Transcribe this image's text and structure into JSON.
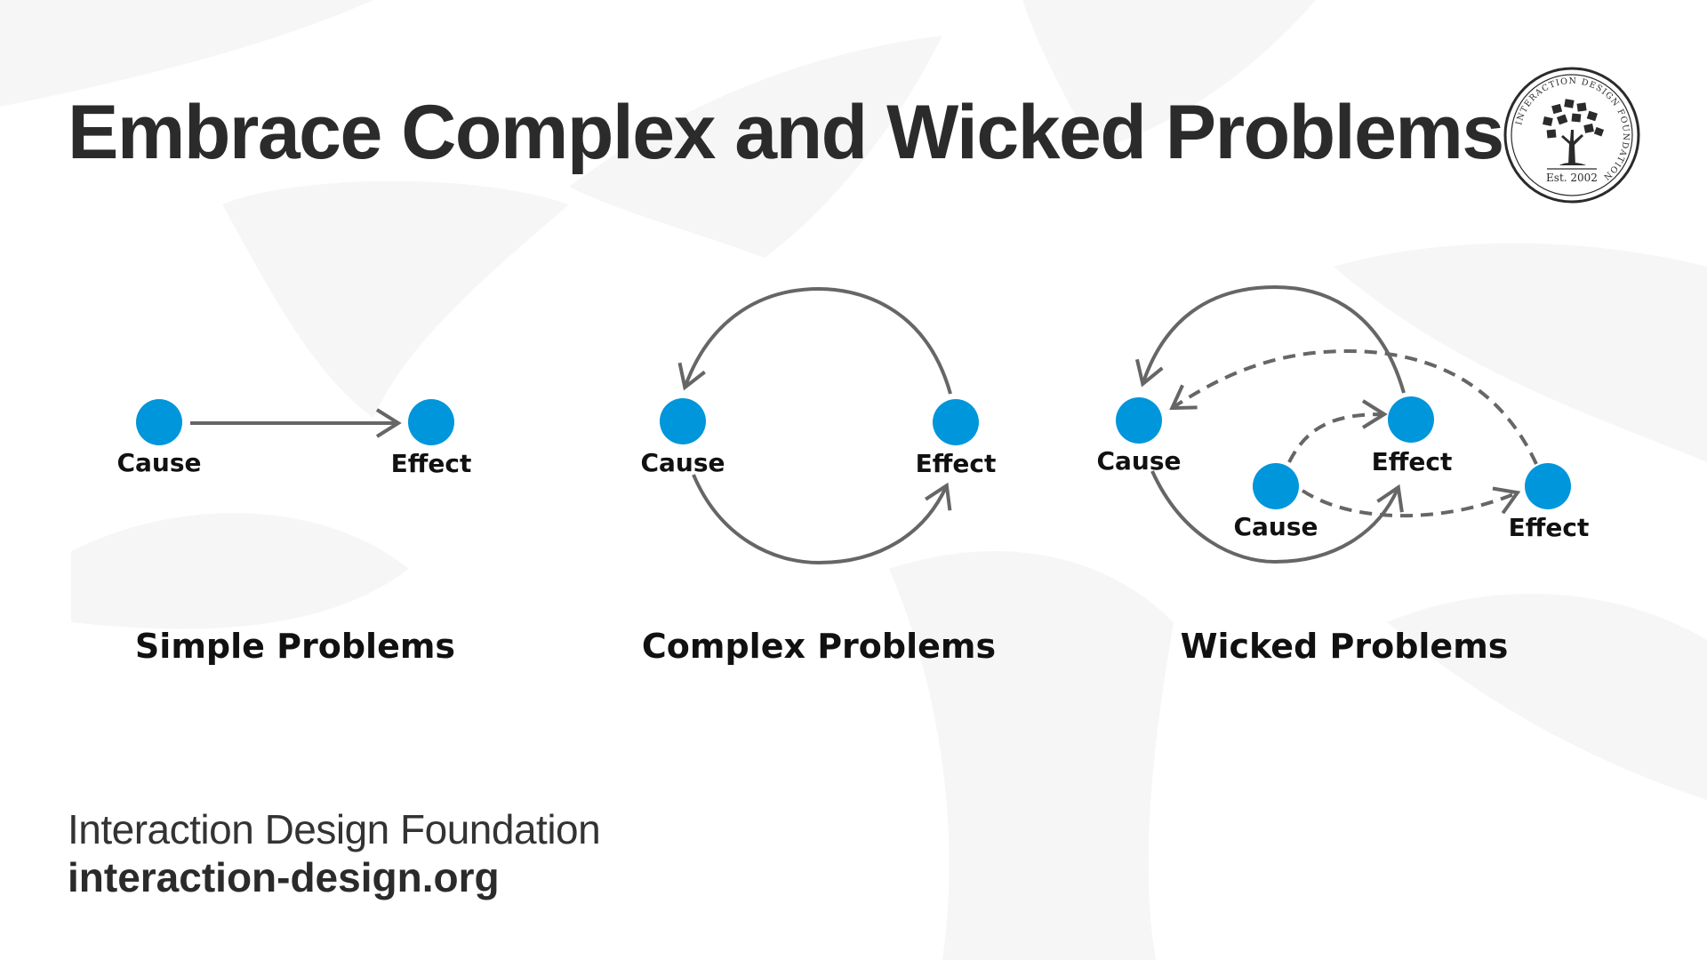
{
  "title": "Embrace Complex and Wicked Problems",
  "logo": {
    "ring_text": "INTERACTION DESIGN FOUNDATION",
    "est_text": "Est. 2002"
  },
  "colors": {
    "node": "#0096DB",
    "arrow": "#666666",
    "text": "#111111",
    "background_pattern": "#F5F5F5"
  },
  "diagrams": {
    "simple": {
      "caption": "Simple Problems",
      "cause": "Cause",
      "effect": "Effect"
    },
    "complex": {
      "caption": "Complex Problems",
      "cause": "Cause",
      "effect": "Effect"
    },
    "wicked": {
      "caption": "Wicked Problems",
      "cause_primary": "Cause",
      "effect_primary": "Effect",
      "cause_secondary": "Cause",
      "effect_secondary": "Effect"
    }
  },
  "footer": {
    "organization": "Interaction Design Foundation",
    "url": "interaction-design.org"
  }
}
